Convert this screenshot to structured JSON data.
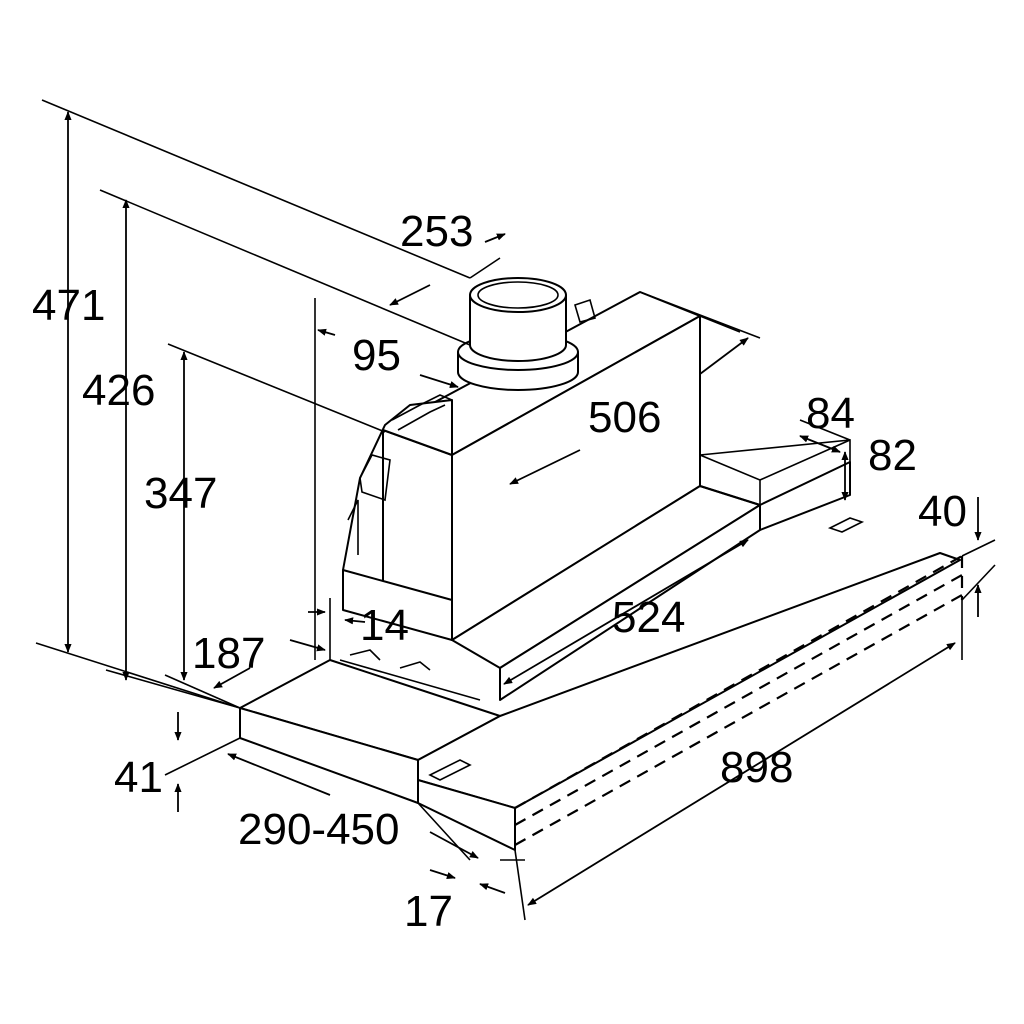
{
  "dimensions": {
    "d471": "471",
    "d426": "426",
    "d347": "347",
    "d253": "253",
    "d95": "95",
    "d506": "506",
    "d84": "84",
    "d82": "82",
    "d40": "40",
    "d14": "14",
    "d524": "524",
    "d187": "187",
    "d898": "898",
    "d41": "41",
    "d290_450": "290-450",
    "d17": "17"
  }
}
